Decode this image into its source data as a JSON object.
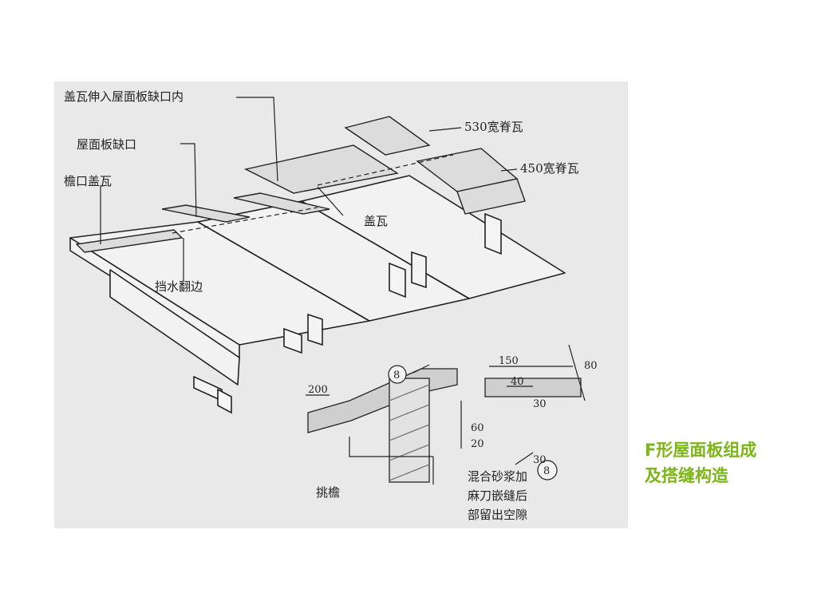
{
  "figure": {
    "labels": {
      "cover_into_notch": "盖瓦伸入屋面板缺口内",
      "panel_notch": "屋面板缺口",
      "eave_cover_tile": "檐口盖瓦",
      "ridge_530": "530宽脊瓦",
      "ridge_450": "450宽脊瓦",
      "cover_tile": "盖瓦",
      "water_stop_flange": "挡水翻边",
      "overhang": "挑檐",
      "detail_marker_1": "8",
      "detail_marker_2": "8",
      "mortar_line_1": "混合砂浆加",
      "mortar_line_2": "麻刀嵌缝后",
      "mortar_line_3": "部留出空隙"
    },
    "dimensions": {
      "d200": "200",
      "d150": "150",
      "d40": "40",
      "d80": "80",
      "d30": "30",
      "d20": "20",
      "d60": "60",
      "d30b": "30"
    }
  },
  "caption": {
    "line1": "F形屋面板组成",
    "line2": "及搭缝构造"
  }
}
